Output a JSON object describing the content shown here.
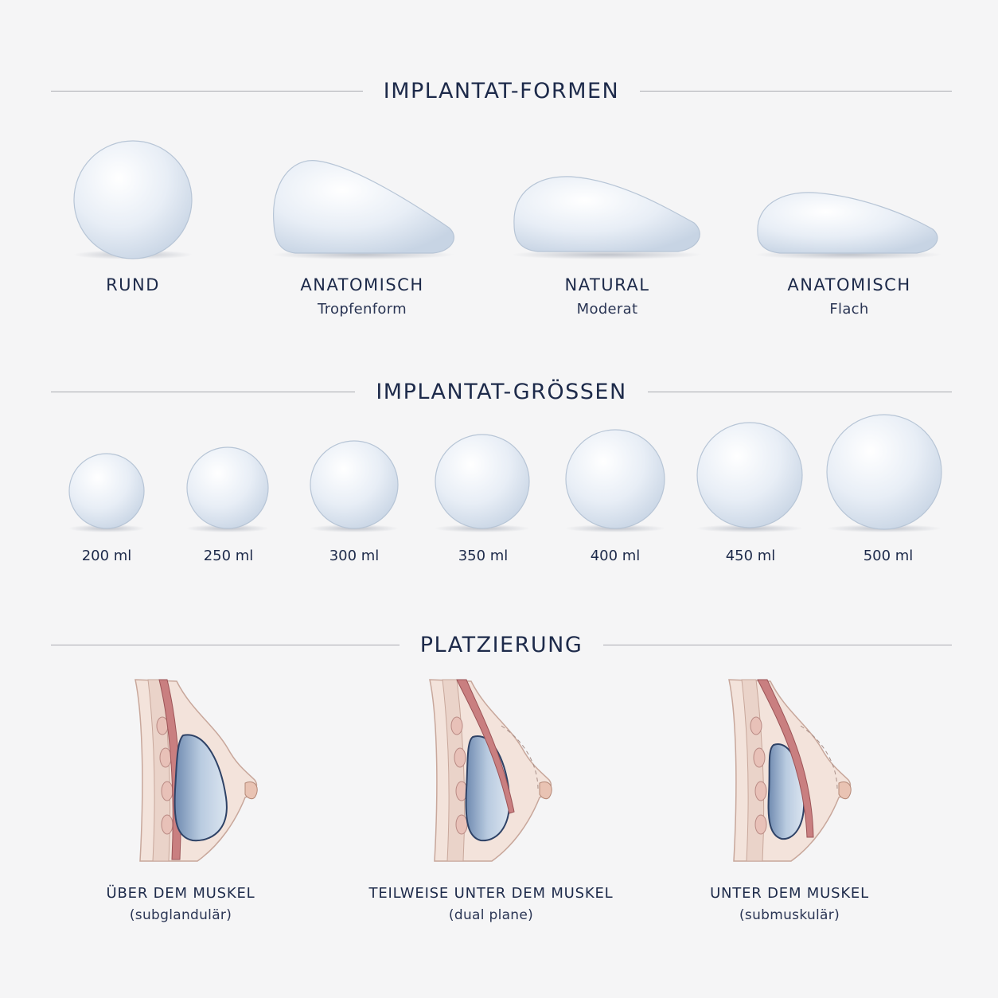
{
  "sections": {
    "forms_title": "IMPLANTAT-FORMEN",
    "sizes_title": "IMPLANTAT-GRÖSSEN",
    "placement_title": "PLATZIERUNG"
  },
  "shapes": [
    {
      "name": "RUND",
      "sub": ""
    },
    {
      "name": "ANATOMISCH",
      "sub": "Tropfenform"
    },
    {
      "name": "NATURAL",
      "sub": "Moderat"
    },
    {
      "name": "ANATOMISCH",
      "sub": "Flach"
    }
  ],
  "sizes": [
    "200 ml",
    "250 ml",
    "300 ml",
    "350 ml",
    "400 ml",
    "450 ml",
    "500 ml"
  ],
  "placements": [
    {
      "name": "ÜBER DEM MUSKEL",
      "sub": "(subglandulär)"
    },
    {
      "name": "TEILWEISE UNTER DEM MUSKEL",
      "sub": "(dual plane)"
    },
    {
      "name": "UNTER DEM MUSKEL",
      "sub": "(submuskulär)"
    }
  ],
  "colors": {
    "background": "#f5f5f6",
    "heading": "#1d2a4a",
    "implant_fill": "#e6edf5",
    "implant_outline": "#b7c5d6",
    "muscle": "#c97f80",
    "skin": "#f3e3db",
    "placement_implant": "#9db3cf"
  }
}
